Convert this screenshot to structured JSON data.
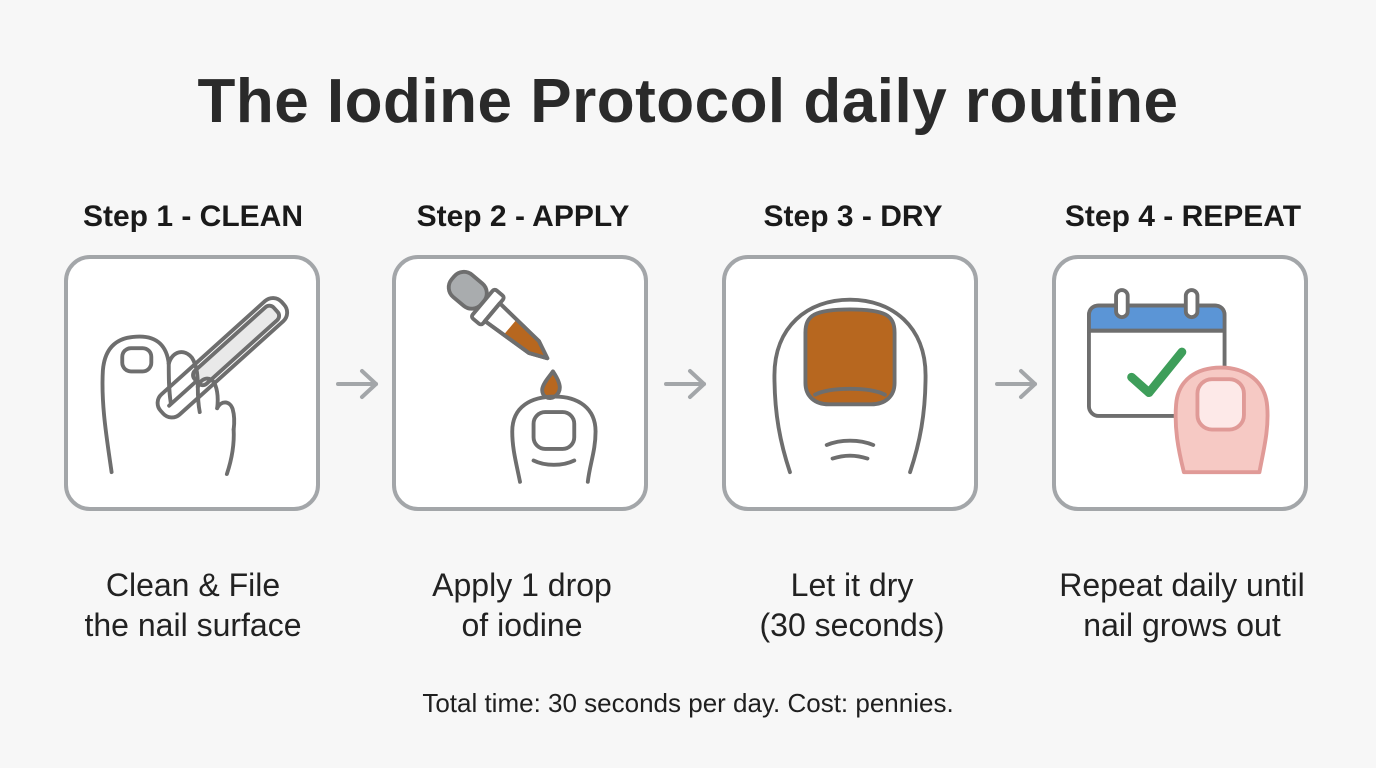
{
  "title": "The Iodine Protocol daily routine",
  "steps": [
    {
      "label": "Step 1 - CLEAN",
      "line1": "Clean & File",
      "line2": "the nail surface",
      "icon": "foot-file-icon"
    },
    {
      "label": "Step 2 - APPLY",
      "line1": "Apply 1 drop",
      "line2": "of iodine",
      "icon": "dropper-icon"
    },
    {
      "label": "Step 3 - DRY",
      "line1": "Let it dry",
      "line2": "(30 seconds)",
      "icon": "toenail-icon"
    },
    {
      "label": "Step 4 - REPEAT",
      "line1": "Repeat daily until",
      "line2": "nail grows out",
      "icon": "calendar-check-icon"
    }
  ],
  "footer": "Total time: 30 seconds per day. Cost: pennies.",
  "colors": {
    "iodine": "#b7671f",
    "calendar_header": "#5b95d6",
    "check": "#3e9e5a",
    "toe_skin": "#f6c9c4",
    "toe_outline": "#e09a97",
    "card_border": "#a3a6a9",
    "line_art": "#6e6e6e"
  }
}
